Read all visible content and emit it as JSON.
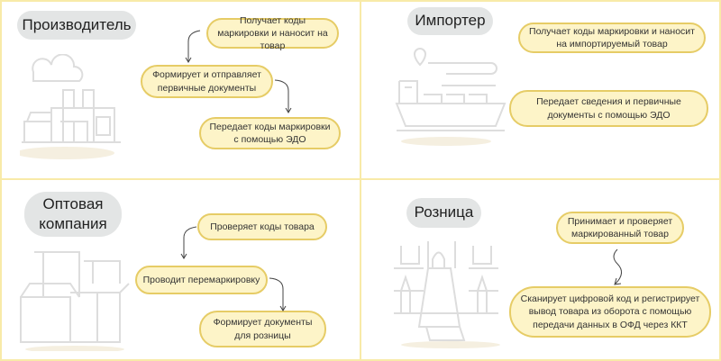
{
  "quadrants": [
    {
      "title": "Производитель",
      "steps": [
        "Получает коды маркировки и наносит на товар",
        "Формирует и отправляет первичные документы",
        "Передает коды маркировки с помощью ЭДО"
      ]
    },
    {
      "title": "Импортер",
      "steps": [
        "Получает коды маркировки и наносит на импортируемый товар",
        "Передает сведения и первичные документы с помощью ЭДО"
      ]
    },
    {
      "title": "Оптовая компания",
      "steps": [
        "Проверяет коды товара",
        "Проводит перемаркировку",
        "Формирует документы для розницы"
      ]
    },
    {
      "title": "Розница",
      "steps": [
        "Принимает и проверяет маркированный товар",
        "Сканирует цифровой код и регистрирует вывод товара из оборота с помощью передачи данных в ОФД через ККТ"
      ]
    }
  ],
  "colors": {
    "bubble_fill": "#fdf4c8",
    "bubble_border": "#e6cc66",
    "title_fill": "#e3e5e5",
    "divider": "#f8eaa8"
  }
}
